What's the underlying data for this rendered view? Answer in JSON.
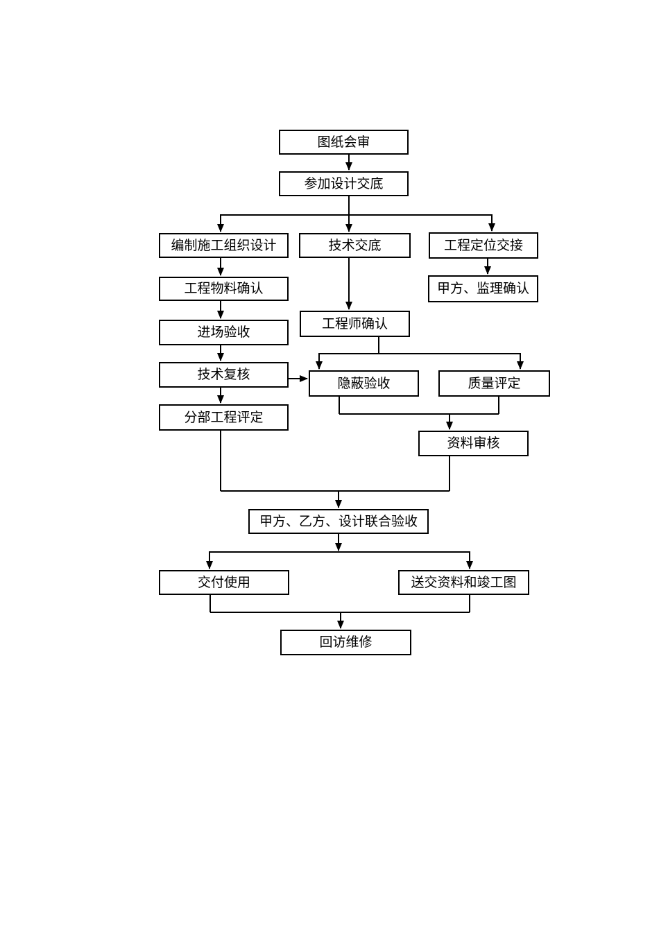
{
  "diagram": {
    "type": "flowchart",
    "background_color": "#ffffff",
    "line_color": "#000000",
    "box_border_color": "#000000",
    "text_color": "#000000",
    "nodes": [
      {
        "id": "drawing-review",
        "label": "图纸会审"
      },
      {
        "id": "attend-design-briefing",
        "label": "参加设计交底"
      },
      {
        "id": "construction-org-design",
        "label": "编制施工组织设计"
      },
      {
        "id": "technical-briefing",
        "label": "技术交底"
      },
      {
        "id": "project-positioning-handover",
        "label": "工程定位交接"
      },
      {
        "id": "project-material-confirm",
        "label": "工程物料确认"
      },
      {
        "id": "owner-supervisor-confirm",
        "label": "甲方、监理确认"
      },
      {
        "id": "site-entry-acceptance",
        "label": "进场验收"
      },
      {
        "id": "engineer-confirm",
        "label": "工程师确认"
      },
      {
        "id": "technical-recheck",
        "label": "技术复核"
      },
      {
        "id": "concealed-work-acceptance",
        "label": "隐蔽验收"
      },
      {
        "id": "quality-assessment",
        "label": "质量评定"
      },
      {
        "id": "division-work-assessment",
        "label": "分部工程评定"
      },
      {
        "id": "document-review",
        "label": "资料审核"
      },
      {
        "id": "joint-acceptance",
        "label": "甲方、乙方、设计联合验收"
      },
      {
        "id": "handover-for-use",
        "label": "交付使用"
      },
      {
        "id": "submit-docs-asbuilt-drawings",
        "label": "送交资料和竣工图"
      },
      {
        "id": "return-visit-maintenance",
        "label": "回访维修"
      }
    ],
    "edges": [
      {
        "from": "图纸会审",
        "to": "参加设计交底"
      },
      {
        "from": "参加设计交底",
        "to": "编制施工组织设计"
      },
      {
        "from": "参加设计交底",
        "to": "技术交底"
      },
      {
        "from": "参加设计交底",
        "to": "工程定位交接"
      },
      {
        "from": "编制施工组织设计",
        "to": "工程物料确认"
      },
      {
        "from": "工程物料确认",
        "to": "进场验收"
      },
      {
        "from": "进场验收",
        "to": "技术复核"
      },
      {
        "from": "技术复核",
        "to": "分部工程评定"
      },
      {
        "from": "技术复核",
        "to": "隐蔽验收"
      },
      {
        "from": "技术交底",
        "to": "工程师确认"
      },
      {
        "from": "工程定位交接",
        "to": "甲方、监理确认"
      },
      {
        "from": "工程师确认",
        "to": "隐蔽验收"
      },
      {
        "from": "工程师确认",
        "to": "质量评定"
      },
      {
        "from": "隐蔽验收",
        "to": "资料审核"
      },
      {
        "from": "质量评定",
        "to": "资料审核"
      },
      {
        "from": "分部工程评定",
        "to": "甲方、乙方、设计联合验收"
      },
      {
        "from": "资料审核",
        "to": "甲方、乙方、设计联合验收"
      },
      {
        "from": "甲方、乙方、设计联合验收",
        "to": "交付使用"
      },
      {
        "from": "甲方、乙方、设计联合验收",
        "to": "送交资料和竣工图"
      },
      {
        "from": "交付使用",
        "to": "回访维修"
      },
      {
        "from": "送交资料和竣工图",
        "to": "回访维修"
      }
    ]
  }
}
